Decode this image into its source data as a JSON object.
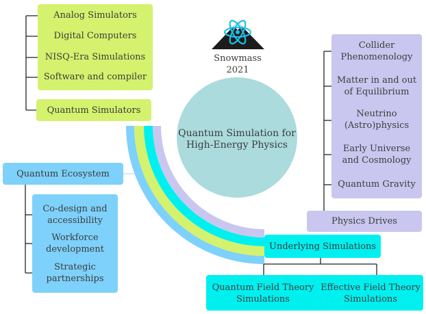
{
  "logo": {
    "label": "Snowmass 2021",
    "icon": "atom-mountain-icon"
  },
  "center": {
    "line1": "Quantum Simulation for",
    "line2": "High-Energy Physics"
  },
  "quantum_simulators": {
    "label": "Quantum Simulators",
    "items": [
      "Analog Simulators",
      "Digital Computers",
      "NISQ-Era Simulations",
      "Software and compiler"
    ]
  },
  "physics_drives": {
    "label": "Physics Drives",
    "items": [
      {
        "line1": "Collider",
        "line2": "Phenomenology"
      },
      {
        "line1": "Matter in and out",
        "line2": "of Equilibrium"
      },
      {
        "line1": "Neutrino",
        "line2": "(Astro)physics"
      },
      {
        "line1": "Early Universe",
        "line2": "and Cosmology"
      },
      {
        "line1": "Quantum Gravity",
        "line2": ""
      }
    ]
  },
  "quantum_ecosystem": {
    "label": "Quantum Ecosystem",
    "items": [
      {
        "line1": "Co-design and",
        "line2": "accessibility"
      },
      {
        "line1": "Workforce",
        "line2": "development"
      },
      {
        "line1": "Strategic",
        "line2": "partnerships"
      }
    ]
  },
  "underlying_simulations": {
    "label": "Underlying Simulations",
    "left": {
      "line1": "Quantum Field Theory",
      "line2": "Simulations"
    },
    "right": {
      "line1": "Effective Field Theory",
      "line2": "Simulations"
    }
  },
  "colors": {
    "green": "#d4f26e",
    "lavender": "#c9c7ef",
    "blue": "#7dd1fb",
    "cyan": "#00f0f0",
    "center": "#abdbdc"
  }
}
